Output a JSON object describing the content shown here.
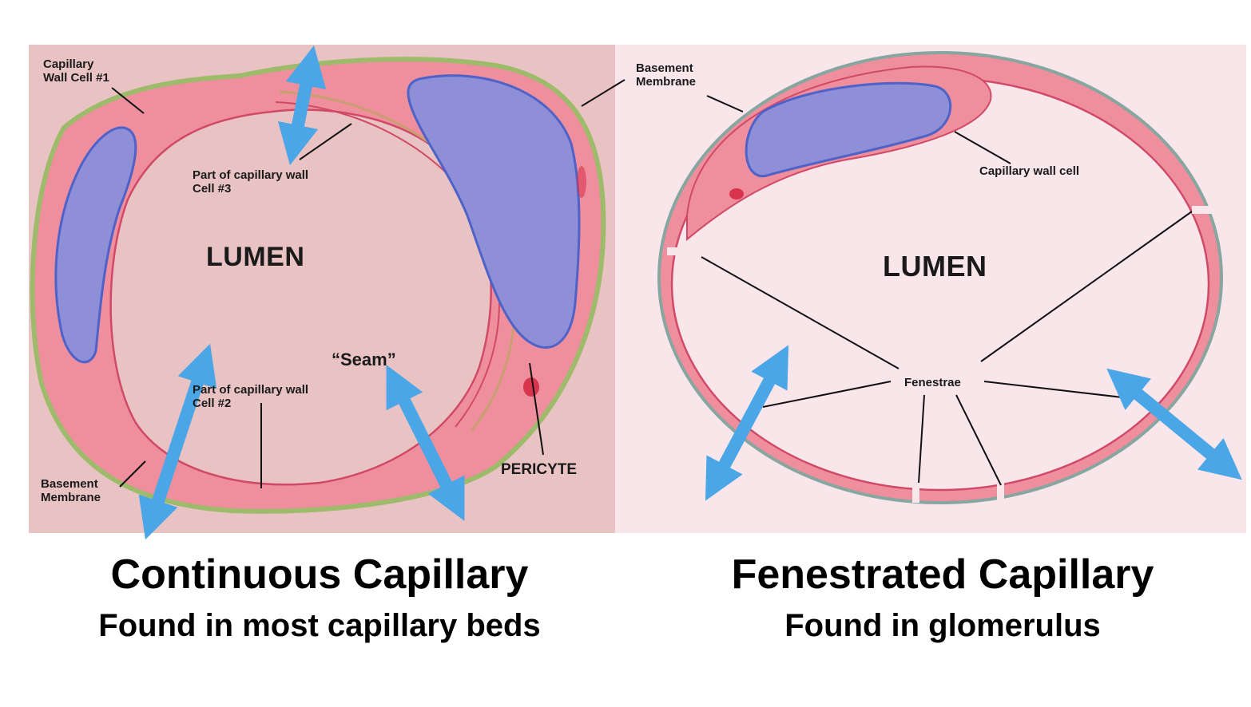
{
  "colors": {
    "left_panel_bg": "#e9c3c3",
    "right_panel_bg": "#f8e6ea",
    "wall_fill": "#ef8f9e",
    "wall_edge": "#d04a68",
    "nucleus_fill": "#8f8fd8",
    "nucleus_edge": "#4f62c8",
    "basement_membrane_left": "#9dbb6a",
    "basement_membrane_right": "#87a6a0",
    "arrow_color": "#4aa6e6",
    "pericyte_blob": "#d8344e"
  },
  "icons": {
    "arrow": "double-headed-arrow-icon"
  },
  "continuous": {
    "labels": {
      "wall_cell_1": [
        "Capillary",
        "Wall Cell #1"
      ],
      "cell3": [
        "Part of capillary wall",
        "Cell #3"
      ],
      "lumen": "LUMEN",
      "seam": "“Seam”",
      "cell2": [
        "Part of capillary wall",
        "Cell #2"
      ],
      "basement": [
        "Basement",
        "Membrane"
      ],
      "pericyte": "PERICYTE",
      "basement_top": [
        "Basement",
        "Membrane"
      ]
    },
    "caption": {
      "title": "Continuous Capillary",
      "subtitle": "Found in most capillary beds"
    }
  },
  "fenestrated": {
    "labels": {
      "basement": [
        "Basement",
        "Membrane"
      ],
      "wall_cell": "Capillary wall cell",
      "lumen": "LUMEN",
      "fenestrae": "Fenestrae"
    },
    "caption": {
      "title": "Fenestrated Capillary",
      "subtitle": "Found in glomerulus"
    }
  }
}
